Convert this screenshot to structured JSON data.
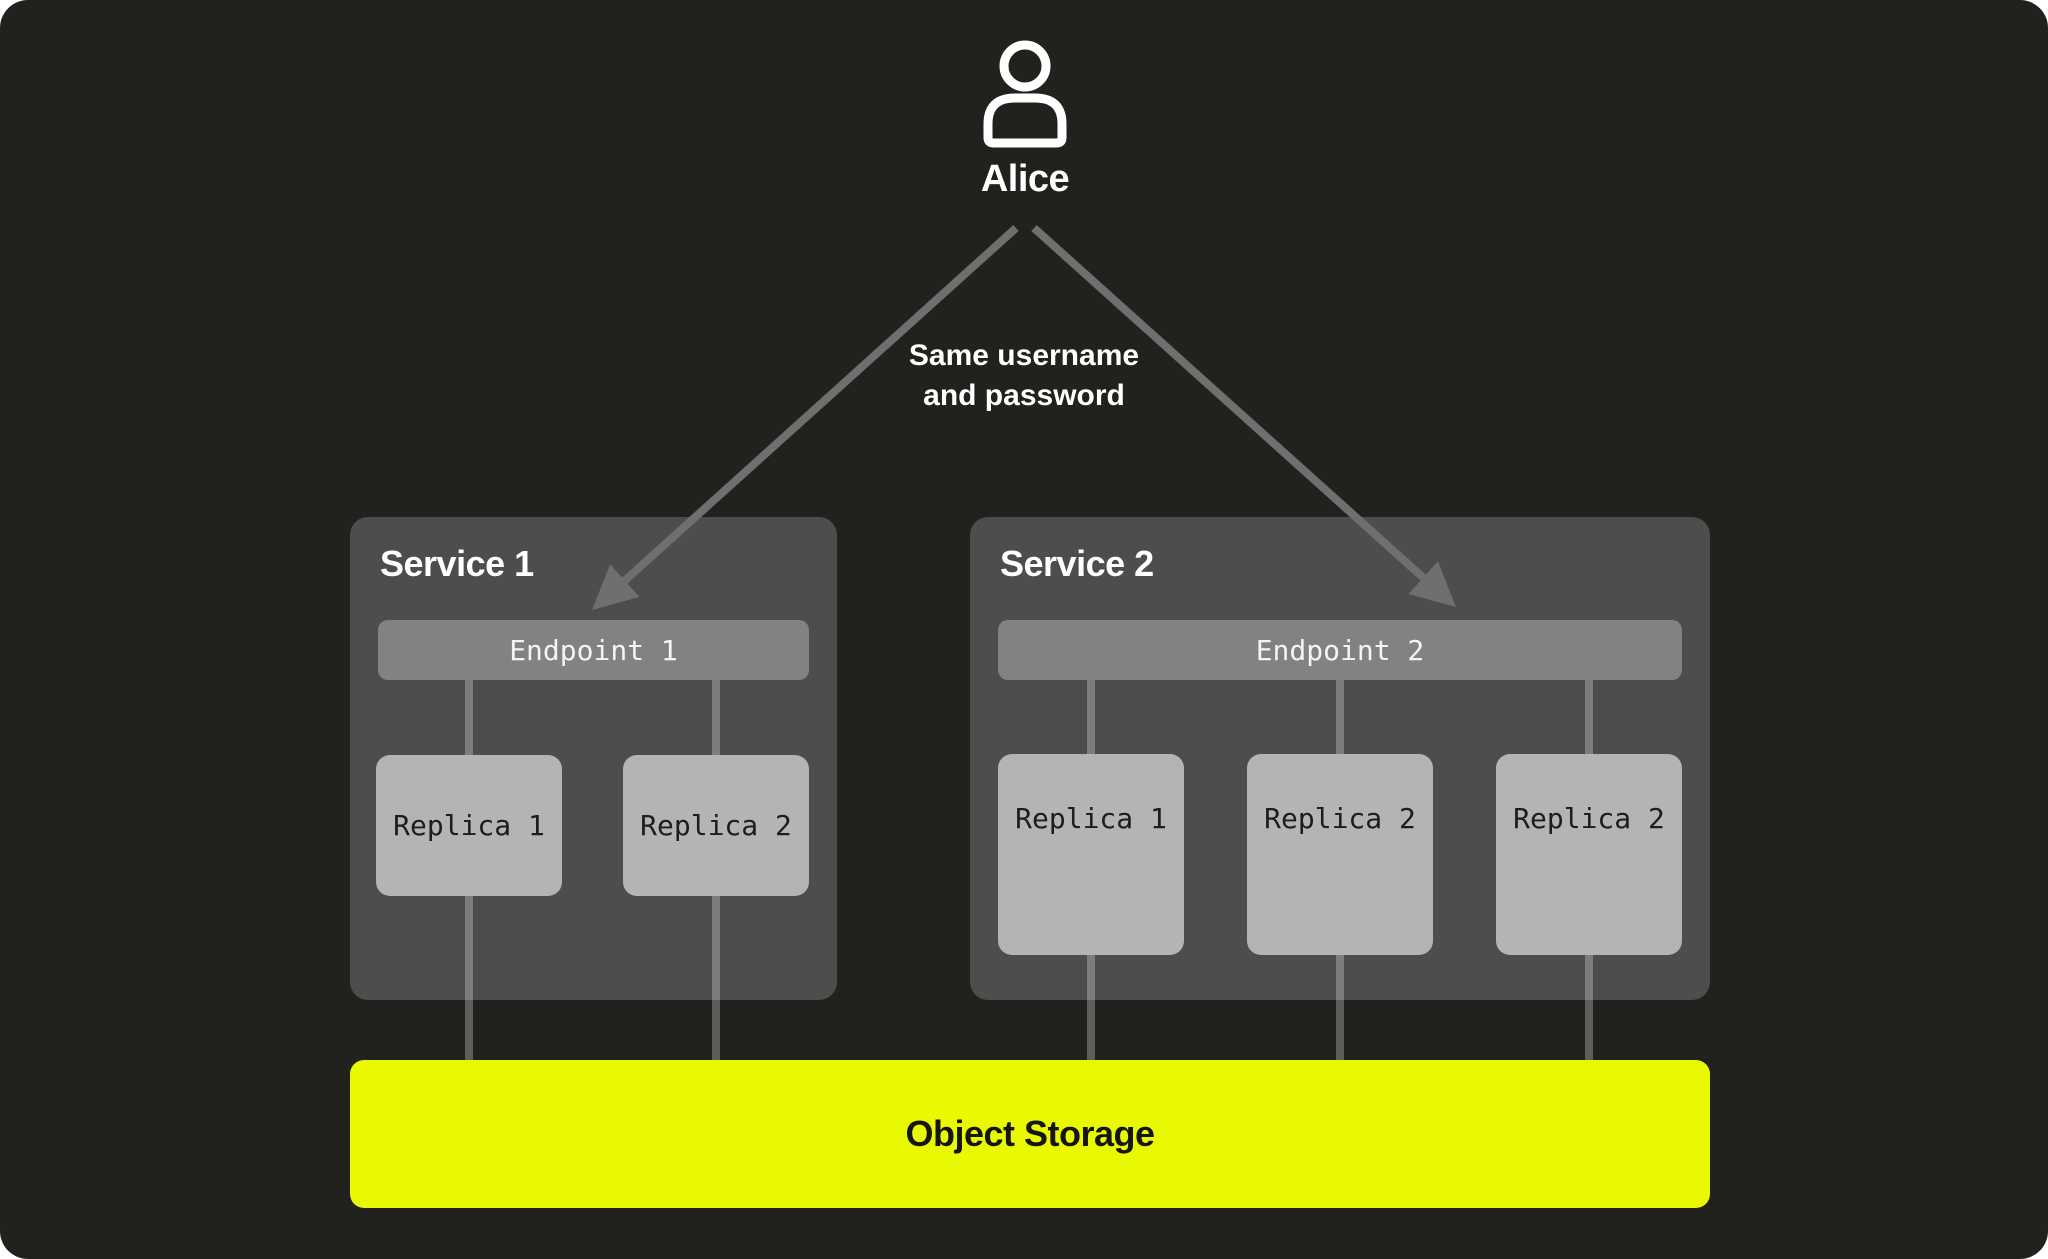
{
  "user": {
    "name": "Alice",
    "icon": "person-icon"
  },
  "annotation": {
    "line1": "Same username",
    "line2": "and password"
  },
  "services": [
    {
      "title": "Service 1",
      "endpoint": {
        "label": "Endpoint 1"
      },
      "replicas": [
        {
          "label": "Replica 1"
        },
        {
          "label": "Replica 2"
        }
      ]
    },
    {
      "title": "Service 2",
      "endpoint": {
        "label": "Endpoint 2"
      },
      "replicas": [
        {
          "label": "Replica 1"
        },
        {
          "label": "Replica 2"
        },
        {
          "label": "Replica 2"
        }
      ]
    }
  ],
  "storage": {
    "label": "Object Storage"
  },
  "colors": {
    "page_background": "#ffffff",
    "canvas_background": "#21211d",
    "service_box": "#4d4d4d",
    "endpoint_bar": "#828282",
    "replica_box": "#b4b4b4",
    "connector_gray": "#6f6f6f",
    "storage_yellow": "#e9f902",
    "text_light": "#ffffff",
    "text_dark": "#1d1d1d"
  }
}
